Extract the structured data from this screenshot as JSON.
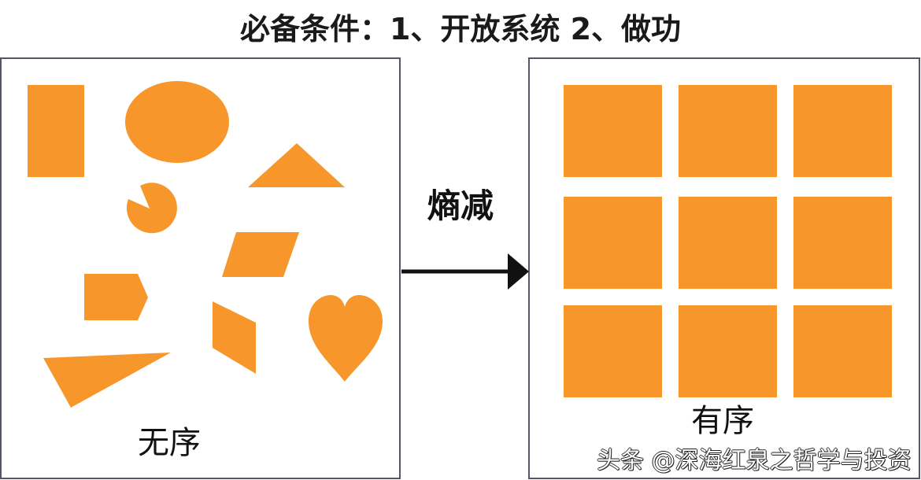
{
  "title": "必备条件：1、开放系统 2、做功",
  "process_label": "熵减",
  "left_panel": {
    "label": "无序",
    "shapes": [
      "rectangle",
      "ellipse",
      "triangle",
      "pacman",
      "parallelogram",
      "pentagon-arrow",
      "rhombus",
      "heart",
      "long-triangle"
    ]
  },
  "right_panel": {
    "label": "有序",
    "grid_rows": 3,
    "grid_cols": 3
  },
  "watermark": "头条 @深海红泉之哲学与投资",
  "colors": {
    "shape": "#F7962B",
    "border": "#555566",
    "arrow": "#111111"
  }
}
